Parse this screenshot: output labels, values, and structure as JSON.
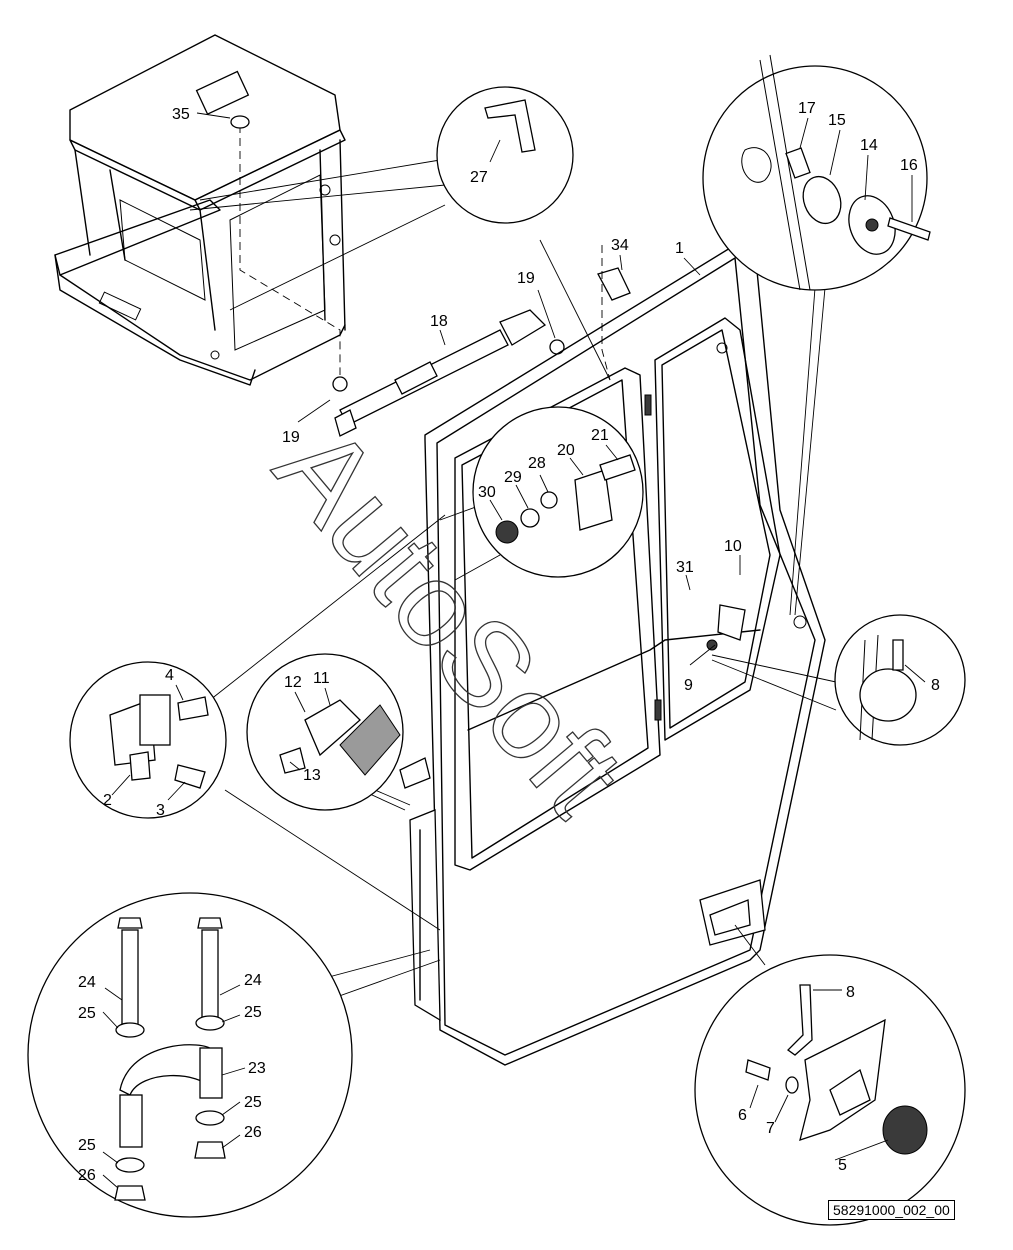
{
  "watermark": "AutoSoft",
  "drawing_code": "58291000_002_00",
  "callouts": [
    {
      "id": "c1",
      "text": "1"
    },
    {
      "id": "c2",
      "text": "2"
    },
    {
      "id": "c3",
      "text": "3"
    },
    {
      "id": "c4",
      "text": "4"
    },
    {
      "id": "c5",
      "text": "5"
    },
    {
      "id": "c6",
      "text": "6"
    },
    {
      "id": "c7",
      "text": "7"
    },
    {
      "id": "c8a",
      "text": "8"
    },
    {
      "id": "c8b",
      "text": "8"
    },
    {
      "id": "c9",
      "text": "9"
    },
    {
      "id": "c10",
      "text": "10"
    },
    {
      "id": "c11",
      "text": "11"
    },
    {
      "id": "c12",
      "text": "12"
    },
    {
      "id": "c13",
      "text": "13"
    },
    {
      "id": "c14",
      "text": "14"
    },
    {
      "id": "c15",
      "text": "15"
    },
    {
      "id": "c16",
      "text": "16"
    },
    {
      "id": "c17",
      "text": "17"
    },
    {
      "id": "c18",
      "text": "18"
    },
    {
      "id": "c19a",
      "text": "19"
    },
    {
      "id": "c19b",
      "text": "19"
    },
    {
      "id": "c20",
      "text": "20"
    },
    {
      "id": "c21",
      "text": "21"
    },
    {
      "id": "c23",
      "text": "23"
    },
    {
      "id": "c24a",
      "text": "24"
    },
    {
      "id": "c24b",
      "text": "24"
    },
    {
      "id": "c25a",
      "text": "25"
    },
    {
      "id": "c25b",
      "text": "25"
    },
    {
      "id": "c25c",
      "text": "25"
    },
    {
      "id": "c25d",
      "text": "25"
    },
    {
      "id": "c26a",
      "text": "26"
    },
    {
      "id": "c26b",
      "text": "26"
    },
    {
      "id": "c27",
      "text": "27"
    },
    {
      "id": "c28",
      "text": "28"
    },
    {
      "id": "c29",
      "text": "29"
    },
    {
      "id": "c30",
      "text": "30"
    },
    {
      "id": "c31",
      "text": "31"
    },
    {
      "id": "c34",
      "text": "34"
    },
    {
      "id": "c35",
      "text": "35"
    }
  ]
}
